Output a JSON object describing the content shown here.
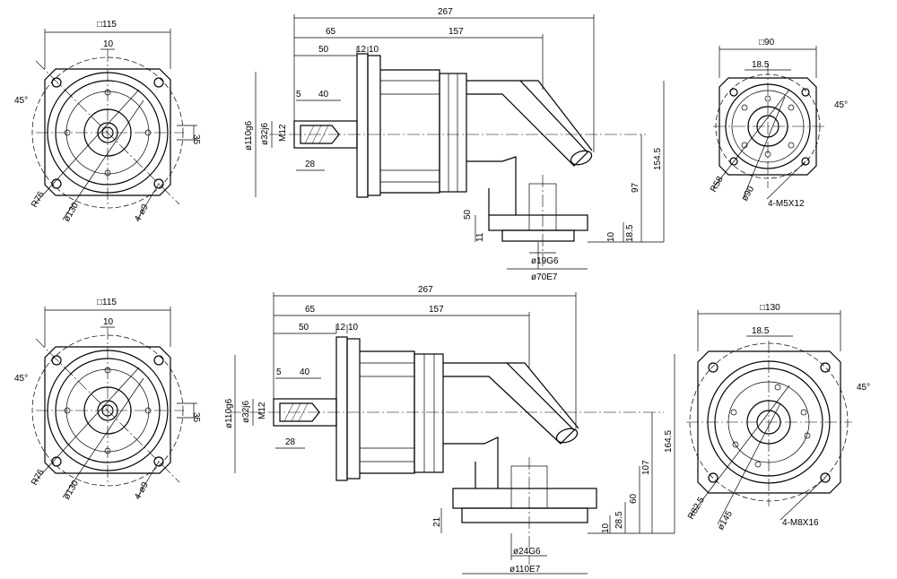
{
  "views": {
    "top_front": {
      "square": "□115",
      "offset": "10",
      "angle": "45°",
      "height": "35",
      "r_label": "R76",
      "d_label": "ø130",
      "holes": "4-ø9"
    },
    "top_side": {
      "total": "267",
      "l65": "65",
      "l157": "157",
      "l50": "50",
      "l12": "12",
      "l10": "10",
      "l5": "5",
      "l40": "40",
      "l28": "28",
      "m12": "M12",
      "d_flange": "ø110g6",
      "d_shaft": "ø32j6",
      "h154": "154.5",
      "h97": "97",
      "h50": "50",
      "h11": "11",
      "h10": "10",
      "h18": "18.5",
      "d_bore": "ø19G6",
      "d_pilot": "ø70E7"
    },
    "top_output": {
      "square": "□90",
      "offset": "18.5",
      "angle": "45°",
      "r_label": "R58",
      "d_label": "ø90",
      "holes": "4-M5X12"
    },
    "bot_front": {
      "square": "□115",
      "offset": "10",
      "angle": "45°",
      "height": "35",
      "r_label": "R76",
      "d_label": "ø130",
      "holes": "4-ø9"
    },
    "bot_side": {
      "total": "267",
      "l65": "65",
      "l157": "157",
      "l50": "50",
      "l12": "12",
      "l10": "10",
      "l5": "5",
      "l40": "40",
      "l28": "28",
      "m12": "M12",
      "d_flange": "ø110g6",
      "d_shaft": "ø32j6",
      "h164": "164.5",
      "h107": "107",
      "h60": "60",
      "h21": "21",
      "h10": "10",
      "h28": "28.5",
      "d_bore": "ø24G6",
      "d_pilot": "ø110E7"
    },
    "bot_output": {
      "square": "□130",
      "offset": "18.5",
      "angle": "45°",
      "r_label": "R82.5",
      "d_label": "ø145",
      "holes": "4-M8X16"
    }
  }
}
